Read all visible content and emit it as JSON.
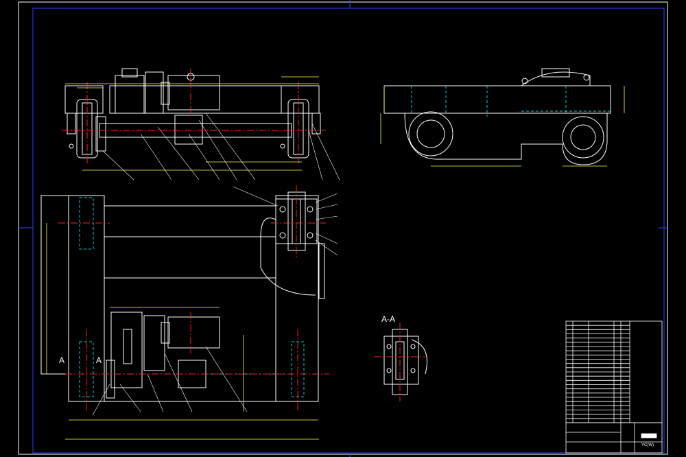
{
  "section_label": "A-A",
  "view_marks": [
    "A",
    "A"
  ],
  "title_block": {
    "part_rows": 24,
    "footer_code": "YC(W)"
  },
  "colors": {
    "background": "#000000",
    "outline": "#ffffff",
    "centerline": "#ff2020",
    "hidden": "#00d0d0",
    "dimension": "#ffff40",
    "frame": "#3040ff",
    "leader": "#ffffff"
  }
}
